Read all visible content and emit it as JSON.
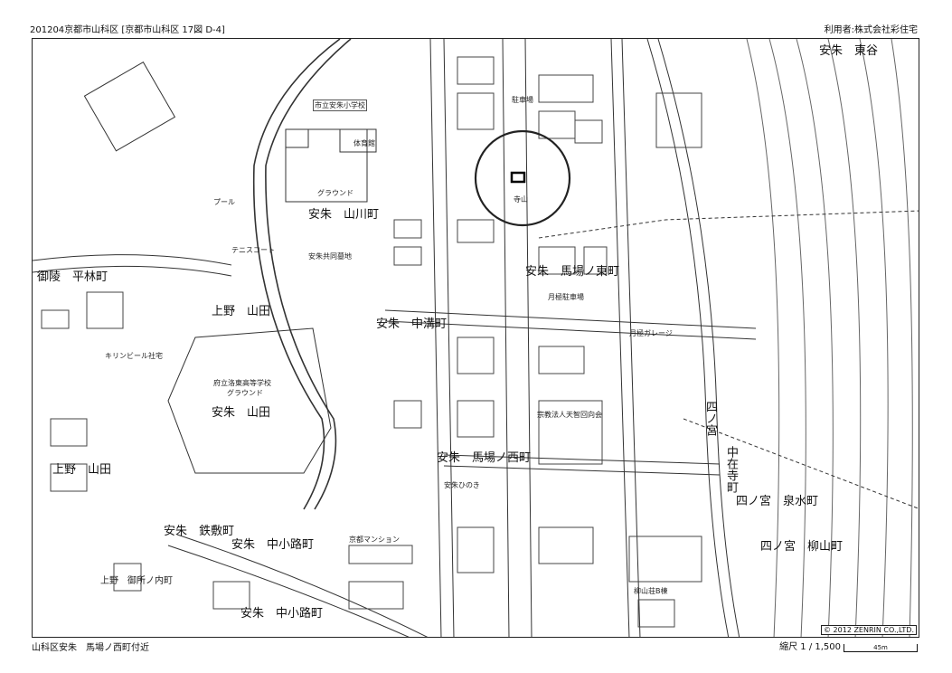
{
  "header": {
    "title": "201204京都市山科区 [京都市山科区 17図 D-4]",
    "user": "利用者:株式会社彩住宅"
  },
  "map": {
    "areas": [
      {
        "id": "higashidani",
        "label": "安朱　東谷"
      },
      {
        "id": "yamakawa",
        "label": "安朱　山川町"
      },
      {
        "id": "babanohigashi",
        "label": "安朱　馬場ノ東町"
      },
      {
        "id": "hirabayashi",
        "label": "御陵　平林町"
      },
      {
        "id": "ueno-yamada-1",
        "label": "上野　山田"
      },
      {
        "id": "nakamizo",
        "label": "安朱　中溝町"
      },
      {
        "id": "anshu-yamada",
        "label": "安朱　山田"
      },
      {
        "id": "babanonishi",
        "label": "安朱　馬場ノ西町"
      },
      {
        "id": "shinomiya",
        "label": "四ノ宮"
      },
      {
        "id": "nakazaiji",
        "label": "中在寺町"
      },
      {
        "id": "sensui",
        "label": "四ノ宮　泉水町"
      },
      {
        "id": "yanagiyama",
        "label": "四ノ宮　柳山町"
      },
      {
        "id": "ueno-yamada-2",
        "label": "上野　山田"
      },
      {
        "id": "tetsushiki",
        "label": "安朱　鉄敷町"
      },
      {
        "id": "nakakoji-1",
        "label": "安朱　中小路町"
      },
      {
        "id": "goshonouchi",
        "label": "上野　御所ノ内町"
      },
      {
        "id": "nakakoji-2",
        "label": "安朱　中小路町"
      }
    ],
    "places": [
      {
        "id": "school",
        "label": "市立安朱小学校"
      },
      {
        "id": "gym",
        "label": "体育館"
      },
      {
        "id": "ground",
        "label": "グラウンド"
      },
      {
        "id": "pool",
        "label": "プール"
      },
      {
        "id": "tennis",
        "label": "テニスコート"
      },
      {
        "id": "highschool",
        "label": "府立洛東高等学校"
      },
      {
        "id": "hs-ground",
        "label": "グラウンド"
      },
      {
        "id": "parking1",
        "label": "駐車場"
      },
      {
        "id": "parking2",
        "label": "月極駐車場"
      },
      {
        "id": "garage",
        "label": "月極ガレージ"
      },
      {
        "id": "cemetery",
        "label": "安朱共同墓地"
      },
      {
        "id": "hinoki",
        "label": "安朱ひのき"
      },
      {
        "id": "mansion",
        "label": "京都マンション"
      },
      {
        "id": "shrine-office",
        "label": "宗教法人天智回向会"
      },
      {
        "id": "kirin",
        "label": "キリンビール社宅"
      },
      {
        "id": "ryusan",
        "label": "柳山荘B棟"
      },
      {
        "id": "target",
        "label": "寺山"
      }
    ],
    "copyright": "© 2012 ZENRIN CO.,LTD."
  },
  "footer": {
    "location": "山科区安朱　馬場ノ西町付近",
    "scale": "縮尺 1 / 1,500",
    "scale_bar": "45m"
  }
}
